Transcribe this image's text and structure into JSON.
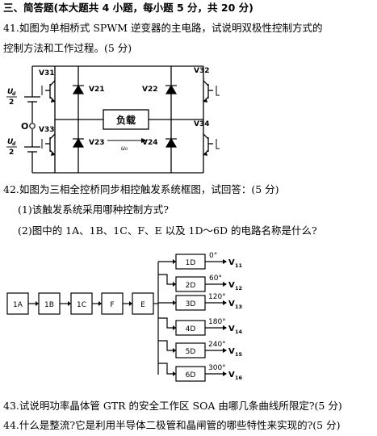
{
  "section_heading": "三、简答题(本大题共 4 小题，每小题 5 分，共 20 分)",
  "q41": {
    "line1": "41.如图为单相桥式 SPWM 逆变器的主电路，试说明双极性控制方式的",
    "line2": "控制方法和工作过程。(5 分)"
  },
  "circuit": {
    "transistors": [
      "V31",
      "V32",
      "V33",
      "V34"
    ],
    "diodes": [
      "V21",
      "V22",
      "V23",
      "V24"
    ],
    "load_label": "负载",
    "output_label": "u₀",
    "source_top_num": "U",
    "source_top_sub": "d",
    "source_top_den": "2",
    "source_bottom_num": "U",
    "source_bottom_sub": "d",
    "source_bottom_den": "2",
    "midpoint_label": "O"
  },
  "q42": {
    "line1": "42.如图为三相全控桥同步相控触发系统框图，试回答：(5 分)",
    "sub1": "(1)该触发系统采用哪种控制方式?",
    "sub2": "(2)图中的 1A、1B、1C、F、E 以及 1D～6D 的电路名称是什么?"
  },
  "block_diagram": {
    "chain": [
      "1A",
      "1B",
      "1C",
      "F",
      "E"
    ],
    "outputs": [
      {
        "block": "1D",
        "angle": "0°",
        "out": "V",
        "sub": "11"
      },
      {
        "block": "2D",
        "angle": "60°",
        "out": "V",
        "sub": "12"
      },
      {
        "block": "3D",
        "angle": "120°",
        "out": "V",
        "sub": "13"
      },
      {
        "block": "4D",
        "angle": "180°",
        "out": "V",
        "sub": "14"
      },
      {
        "block": "5D",
        "angle": "240°",
        "out": "V",
        "sub": "15"
      },
      {
        "block": "6D",
        "angle": "300°",
        "out": "V",
        "sub": "16"
      }
    ]
  },
  "q43": "43.试说明功率晶体管 GTR 的安全工作区 SOA 由哪几条曲线所限定?(5 分)",
  "q44": "44.什么是整流?它是利用半导体二极管和晶闸管的哪些特性来实现的?(5 分)"
}
